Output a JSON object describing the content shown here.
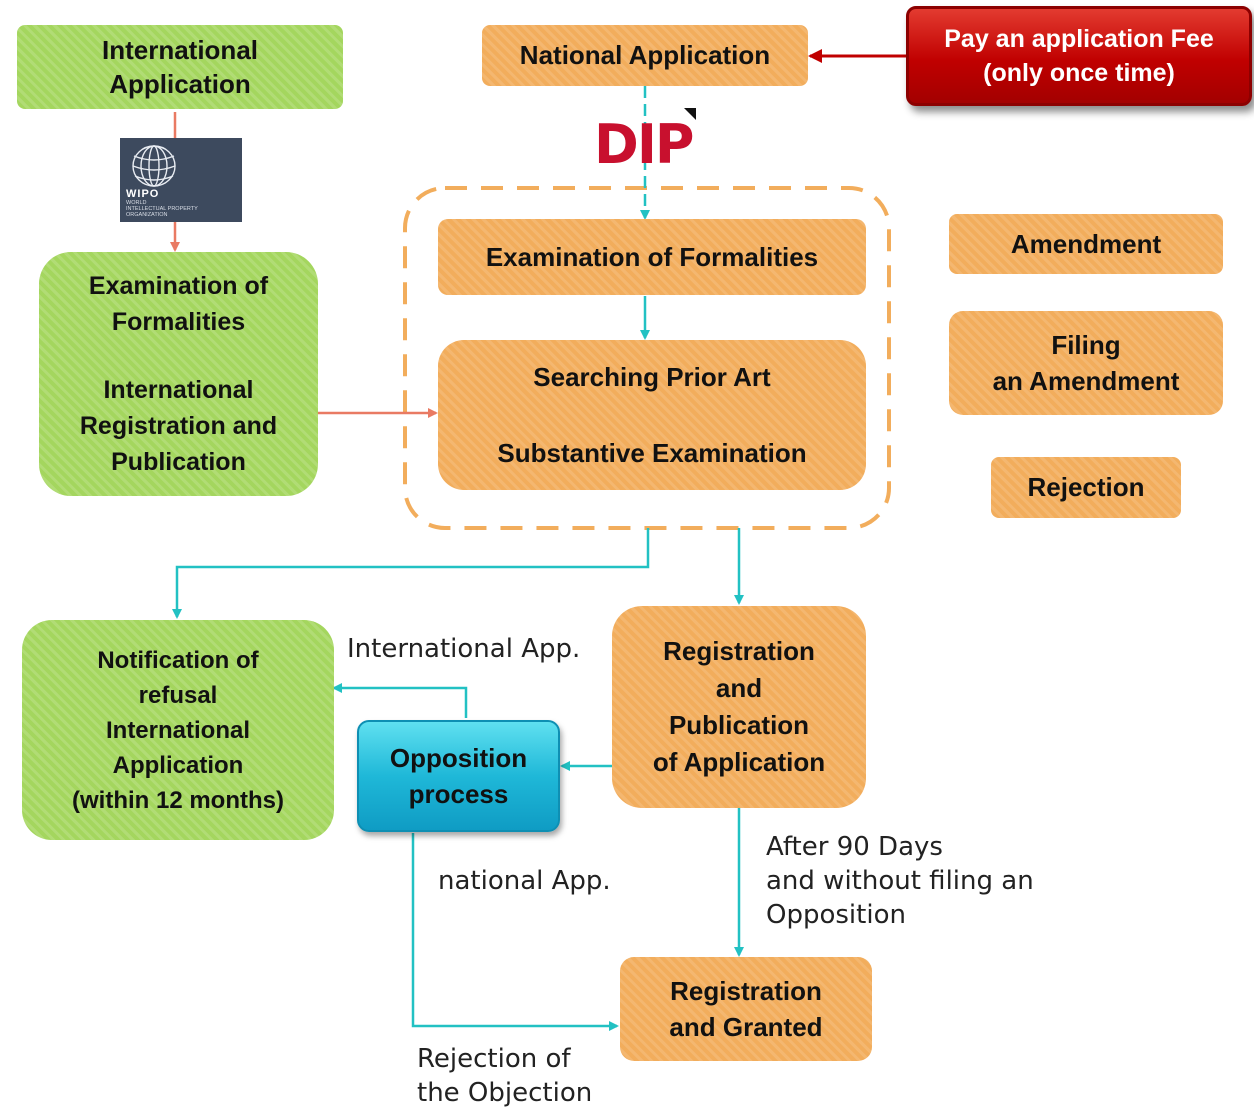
{
  "colors": {
    "orange": "#f2ad5c",
    "green": "#a4d65e",
    "red": "#c00000",
    "cyan": "#29c4d4",
    "teal_arrow": "#22c1c3",
    "salmon_arrow": "#e97a63"
  },
  "boxes": {
    "international_application": [
      "International",
      "Application"
    ],
    "national_application": "National Application",
    "fee": [
      "Pay an application Fee",
      "(only once time)"
    ],
    "exam_formalities_national": "Examination of Formalities",
    "searching_prior_art": "Searching Prior Art",
    "substantive_examination": "Substantive Examination",
    "exam_formalities_intl": [
      "Examination of",
      "Formalities"
    ],
    "intl_registration_publication": [
      "International",
      "Registration and",
      "Publication"
    ],
    "amendment": "Amendment",
    "filing_amendment": [
      "Filing",
      "an Amendment"
    ],
    "rejection": "Rejection",
    "notification_refusal": [
      "Notification of",
      "refusal",
      "International",
      "Application",
      "(within 12 months)"
    ],
    "opposition_process": [
      "Opposition",
      "process"
    ],
    "registration_publication": [
      "Registration",
      "and",
      "Publication",
      "of Application"
    ],
    "registration_granted": [
      "Registration",
      "and Granted"
    ]
  },
  "labels": {
    "international_app": "International App.",
    "national_app": "national App.",
    "after_90_days": [
      "After 90 Days",
      "and without filing an",
      "Opposition"
    ],
    "rejection_objection": [
      "Rejection of",
      "the Objection"
    ]
  },
  "logos": {
    "wipo": {
      "name": "WIPO",
      "lines": [
        "WORLD",
        "INTELLECTUAL PROPERTY",
        "ORGANIZATION"
      ],
      "icon": "wipo-globe-icon"
    },
    "dip": {
      "name": "DIP"
    }
  }
}
